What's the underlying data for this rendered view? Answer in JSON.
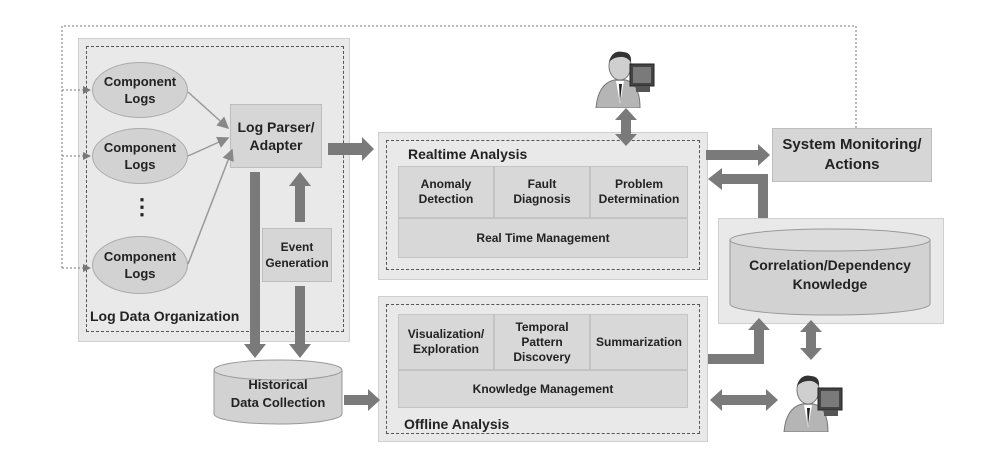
{
  "log_data_organization": {
    "label": "Log Data Organization",
    "component_logs": [
      "Component\nLogs",
      "Component\nLogs",
      "Component\nLogs"
    ],
    "ellipsis": "⋮"
  },
  "log_parser": "Log Parser/\nAdapter",
  "event_generation": "Event\nGeneration",
  "historical_data": "Historical\nData Collection",
  "realtime": {
    "title": "Realtime Analysis",
    "cells": [
      "Anomaly\nDetection",
      "Fault\nDiagnosis",
      "Problem\nDetermination"
    ],
    "bottom": "Real Time Management"
  },
  "offline": {
    "title": "Offline Analysis",
    "cells": [
      "Visualization/\nExploration",
      "Temporal\nPattern\nDiscovery",
      "Summarization"
    ],
    "bottom": "Knowledge Management"
  },
  "system_monitoring": "System Monitoring/\nActions",
  "knowledge": "Correlation/Dependency\nKnowledge",
  "icons": [
    "user-at-computer-icon",
    "user-at-computer-icon"
  ]
}
